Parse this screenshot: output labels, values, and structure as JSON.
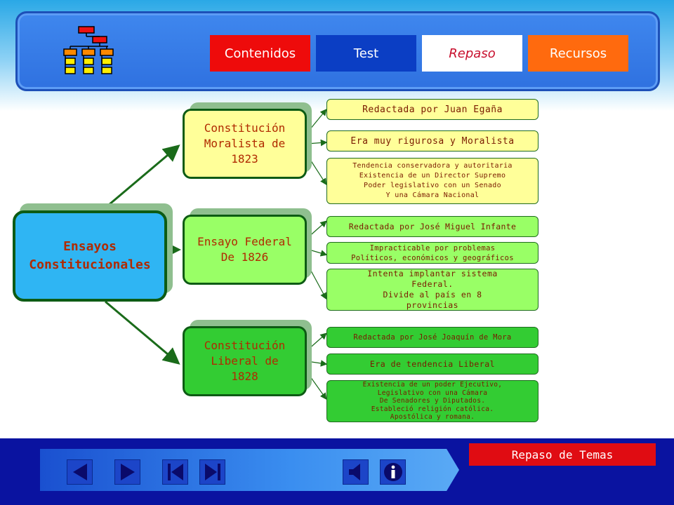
{
  "nav": {
    "contenidos": "Contenidos",
    "test": "Test",
    "repaso": "Repaso",
    "recursos": "Recursos"
  },
  "diagram": {
    "root": "Ensayos\nConstitucionales",
    "branches": [
      {
        "title": "Constitución\nMoralista de\n1823",
        "items": [
          "Redactada por Juan Egaña",
          "Era muy rigurosa y Moralista",
          "Tendencia conservadora y autoritaria\nExistencia de un Director Supremo\nPoder legislativo con un Senado\nY una Cámara Nacional"
        ]
      },
      {
        "title": "Ensayo Federal\nDe 1826",
        "items": [
          "Redactada por José Miguel Infante",
          "Impracticable por problemas\nPolíticos, económicos y geográficos",
          "Intenta implantar sistema\nFederal.\nDivide al país en 8\nprovincias"
        ]
      },
      {
        "title": "Constitución\nLiberal de\n1828",
        "items": [
          "Redactada por José Joaquín de Mora",
          "Era de tendencia Liberal",
          "Existencia de un poder Ejecutivo,\nLegislativo con una Cámara\nDe Senadores y Diputados.\nEstableció religión católica.\nApostólica y romana."
        ]
      }
    ]
  },
  "footer": {
    "section_label": "Repaso de Temas"
  },
  "colors": {
    "contenidos": "#ee0b0b",
    "test": "#0b3ec4",
    "repaso": "#ffffff",
    "recursos": "#ff6a0e",
    "root_fill": "#2fb5f3",
    "branch1_fill": "#ffff99",
    "branch2_fill": "#99ff66",
    "branch3_fill": "#33cc33",
    "title_text": "#b02a00"
  }
}
